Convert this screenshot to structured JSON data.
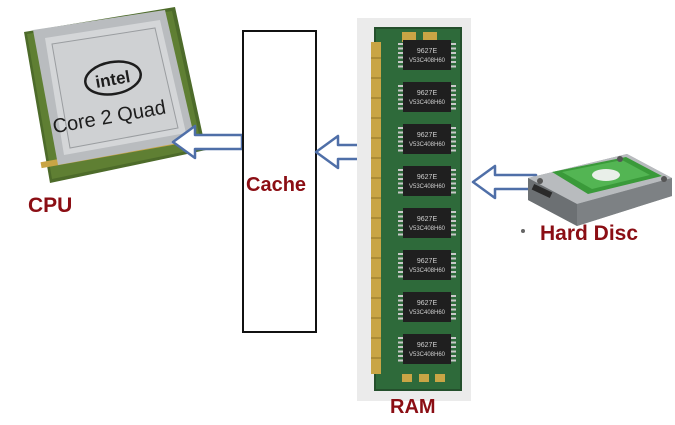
{
  "labels": {
    "cpu": "CPU",
    "cache": "Cache",
    "ram": "RAM",
    "hard_disc": "Hard Disc"
  },
  "cpu_chip": {
    "brand": "intel",
    "model": "Core 2 Quad"
  },
  "ram_chip_text": [
    "9627E",
    "V53C408H60"
  ],
  "colors": {
    "label": "#8b0e14",
    "arrow_stroke": "#4f6fa8",
    "pcb_green": "#2f6b3a",
    "drive_green": "#3a9a3a"
  }
}
